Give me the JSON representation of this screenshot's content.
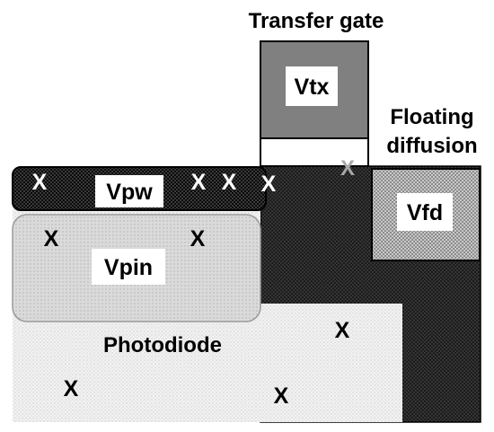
{
  "labels": {
    "transfer_gate": "Transfer gate",
    "vtx": "Vtx",
    "floating_diffusion_line1": "Floating",
    "floating_diffusion_line2": "diffusion",
    "vpw": "Vpw",
    "vfd": "Vfd",
    "vpin": "Vpin",
    "photodiode": "Photodiode"
  },
  "markers": {
    "vpw_left": "X",
    "vpw_right_1": "X",
    "vpw_right_2": "X",
    "channel_top": "X",
    "channel_gray": "X",
    "vpin_left": "X",
    "vpin_right": "X",
    "photodiode_right": "X",
    "photodiode_bottom_left": "X",
    "photodiode_bottom_mid": "X"
  },
  "colors": {
    "gate_fill": "#808080",
    "dark_region": "#1c1c1c",
    "pinning_layer": "#d6d6d6",
    "photodiode": "#efefef",
    "floating_diffusion": "#b4b4b4",
    "gray_marker": "#a8a8a8"
  }
}
